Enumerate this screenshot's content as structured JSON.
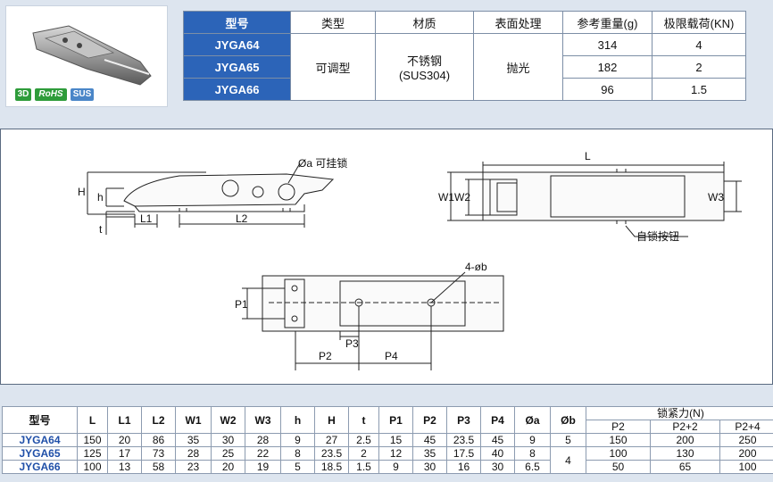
{
  "badges": [
    "3D",
    "RoHS",
    "SUS"
  ],
  "spec_table": {
    "headers": [
      "型号",
      "类型",
      "材质",
      "表面处理",
      "参考重量(g)",
      "极限载荷(KN)"
    ],
    "models": [
      "JYGA64",
      "JYGA65",
      "JYGA66"
    ],
    "type": "可调型",
    "material_line1": "不锈钢",
    "material_line2": "(SUS304)",
    "surface": "抛光",
    "weights": [
      "314",
      "182",
      "96"
    ],
    "loads": [
      "4",
      "2",
      "1.5"
    ]
  },
  "drawing": {
    "label_phi_a": "Øa 可挂锁",
    "label_H": "H",
    "label_h": "h",
    "label_t": "t",
    "label_L1": "L1",
    "label_L2": "L2",
    "label_L": "L",
    "label_W1": "W1",
    "label_W2": "W2",
    "label_W3": "W3",
    "label_lock_button": "自锁按钮",
    "label_holes": "4-øb",
    "label_P1": "P1",
    "label_P2": "P2",
    "label_P3": "P3",
    "label_P4": "P4"
  },
  "dims_table": {
    "headers": [
      "型号",
      "L",
      "L1",
      "L2",
      "W1",
      "W2",
      "W3",
      "h",
      "H",
      "t",
      "P1",
      "P2",
      "P3",
      "P4",
      "Øa",
      "Øb"
    ],
    "force_header": "锁紧力(N)",
    "force_sub": [
      "P2",
      "P2+2",
      "P2+4"
    ],
    "rows": [
      {
        "model": "JYGA64",
        "vals": [
          "150",
          "20",
          "86",
          "35",
          "30",
          "28",
          "9",
          "27",
          "2.5",
          "15",
          "45",
          "23.5",
          "45",
          "9"
        ],
        "phib": "5",
        "forces": [
          "150",
          "200",
          "250"
        ]
      },
      {
        "model": "JYGA65",
        "vals": [
          "125",
          "17",
          "73",
          "28",
          "25",
          "22",
          "8",
          "23.5",
          "2",
          "12",
          "35",
          "17.5",
          "40",
          "8"
        ],
        "phib": "4",
        "forces": [
          "100",
          "130",
          "200"
        ]
      },
      {
        "model": "JYGA66",
        "vals": [
          "100",
          "13",
          "58",
          "23",
          "20",
          "19",
          "5",
          "18.5",
          "1.5",
          "9",
          "30",
          "16",
          "30",
          "6.5"
        ],
        "phib": "",
        "forces": [
          "50",
          "65",
          "100"
        ]
      }
    ]
  }
}
